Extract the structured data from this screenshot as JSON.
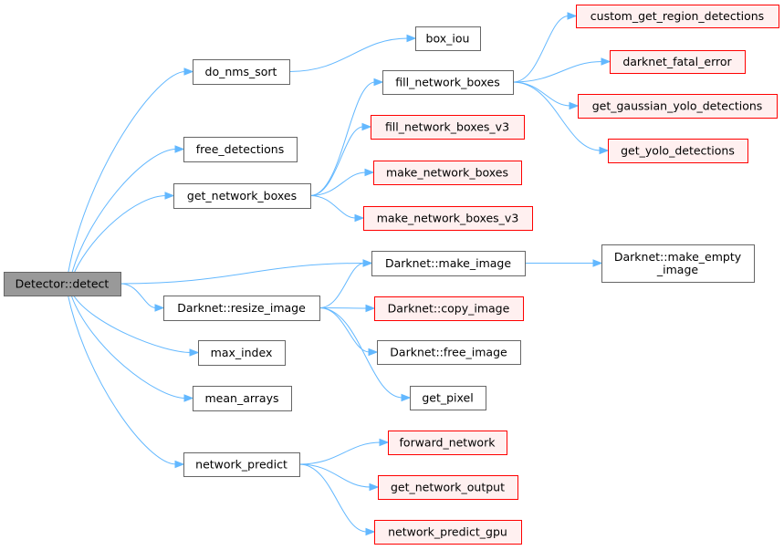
{
  "colors": {
    "edge": "#63b8ff",
    "root_fill": "#999999",
    "root_stroke": "#666666",
    "normal_fill": "#ffffff",
    "normal_stroke": "#666666",
    "truncated_fill": "#fff0f0",
    "truncated_stroke": "#ff0000"
  },
  "nodes": [
    {
      "id": "detect",
      "label": "Detector::detect",
      "style": "root"
    },
    {
      "id": "nms",
      "label": "do_nms_sort",
      "style": "normal"
    },
    {
      "id": "free_det",
      "label": "free_detections",
      "style": "normal"
    },
    {
      "id": "gnb",
      "label": "get_network_boxes",
      "style": "normal"
    },
    {
      "id": "resize",
      "label": "Darknet::resize_image",
      "style": "normal"
    },
    {
      "id": "maxidx",
      "label": "max_index",
      "style": "normal"
    },
    {
      "id": "mean",
      "label": "mean_arrays",
      "style": "normal"
    },
    {
      "id": "netpred",
      "label": "network_predict",
      "style": "normal"
    },
    {
      "id": "boxiou",
      "label": "box_iou",
      "style": "normal"
    },
    {
      "id": "fnb",
      "label": "fill_network_boxes",
      "style": "normal"
    },
    {
      "id": "fnb3",
      "label": "fill_network_boxes_v3",
      "style": "truncated"
    },
    {
      "id": "mnb",
      "label": "make_network_boxes",
      "style": "truncated"
    },
    {
      "id": "mnb3",
      "label": "make_network_boxes_v3",
      "style": "truncated"
    },
    {
      "id": "mkimg",
      "label": "Darknet::make_image",
      "style": "normal"
    },
    {
      "id": "copyimg",
      "label": "Darknet::copy_image",
      "style": "truncated"
    },
    {
      "id": "freeimg",
      "label": "Darknet::free_image",
      "style": "normal"
    },
    {
      "id": "getpix",
      "label": "get_pixel",
      "style": "normal"
    },
    {
      "id": "fwd",
      "label": "forward_network",
      "style": "truncated"
    },
    {
      "id": "gno",
      "label": "get_network_output",
      "style": "truncated"
    },
    {
      "id": "npgpu",
      "label": "network_predict_gpu",
      "style": "truncated"
    },
    {
      "id": "cgrd",
      "label": "custom_get_region_detections",
      "style": "truncated"
    },
    {
      "id": "dfe",
      "label": "darknet_fatal_error",
      "style": "truncated"
    },
    {
      "id": "ggyd",
      "label": "get_gaussian_yolo_detections",
      "style": "truncated"
    },
    {
      "id": "gyd",
      "label": "get_yolo_detections",
      "style": "truncated"
    },
    {
      "id": "mkempty",
      "label": "Darknet::make_empty\n_image",
      "style": "normal"
    }
  ],
  "edges": [
    [
      "detect",
      "nms"
    ],
    [
      "detect",
      "free_det"
    ],
    [
      "detect",
      "gnb"
    ],
    [
      "detect",
      "mkimg"
    ],
    [
      "detect",
      "resize"
    ],
    [
      "detect",
      "maxidx"
    ],
    [
      "detect",
      "mean"
    ],
    [
      "detect",
      "netpred"
    ],
    [
      "nms",
      "boxiou"
    ],
    [
      "gnb",
      "fnb"
    ],
    [
      "gnb",
      "fnb3"
    ],
    [
      "gnb",
      "mnb"
    ],
    [
      "gnb",
      "mnb3"
    ],
    [
      "fnb",
      "cgrd"
    ],
    [
      "fnb",
      "dfe"
    ],
    [
      "fnb",
      "ggyd"
    ],
    [
      "fnb",
      "gyd"
    ],
    [
      "resize",
      "mkimg"
    ],
    [
      "resize",
      "copyimg"
    ],
    [
      "resize",
      "freeimg"
    ],
    [
      "resize",
      "getpix"
    ],
    [
      "mkimg",
      "mkempty"
    ],
    [
      "netpred",
      "fwd"
    ],
    [
      "netpred",
      "gno"
    ],
    [
      "netpred",
      "npgpu"
    ]
  ]
}
